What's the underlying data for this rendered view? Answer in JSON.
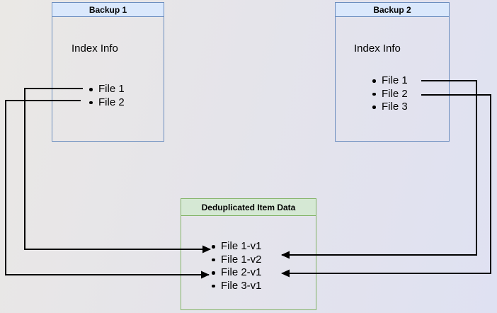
{
  "diagram": {
    "backup1": {
      "title": "Backup 1",
      "subtitle": "Index Info",
      "items": [
        "File 1",
        "File 2"
      ]
    },
    "backup2": {
      "title": "Backup 2",
      "subtitle": "Index Info",
      "items": [
        "File 1",
        "File 2",
        "File 3"
      ]
    },
    "dedup": {
      "title": "Deduplicated Item Data",
      "items": [
        "File 1-v1",
        "File 1-v2",
        "File 2-v1",
        "File 3-v1"
      ]
    },
    "connections": [
      {
        "from": "Backup 1 / File 1",
        "to": "File 1-v1",
        "side": "left"
      },
      {
        "from": "Backup 1 / File 2",
        "to": "File 2-v1",
        "side": "left"
      },
      {
        "from": "Backup 2 / File 1",
        "to": "File 1-v2",
        "side": "right"
      },
      {
        "from": "Backup 2 / File 2",
        "to": "File 2-v1",
        "side": "right"
      }
    ]
  },
  "colors": {
    "blue_border": "#6c8ebf",
    "blue_fill": "#dae8fc",
    "green_border": "#82b366",
    "green_fill": "#d5e8d4",
    "line_color": "#000000",
    "background_left": "#eae8e5",
    "background_right": "#dfe1f2"
  }
}
